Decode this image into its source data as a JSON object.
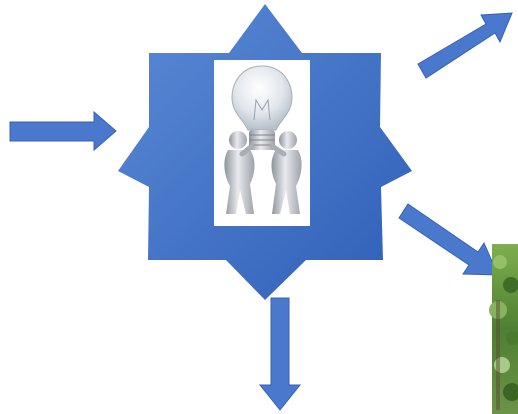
{
  "diagram": {
    "shape": "eight-pointed-star",
    "center_image": "lightbulb-carried-by-two-figures",
    "edge_image": "green-foliage-photo",
    "arrows": [
      {
        "name": "input-arrow",
        "direction": "right"
      },
      {
        "name": "output-arrow-up-right",
        "direction": "up-right"
      },
      {
        "name": "output-arrow-down-right",
        "direction": "down-right"
      },
      {
        "name": "output-arrow-down",
        "direction": "down"
      }
    ]
  },
  "colors": {
    "arrow_fill": "#4a78cc",
    "arrow_stroke": "#3762b3",
    "star_light": "#5b8ad6",
    "star_dark": "#2f5fb7",
    "image_frame": "#ffffff",
    "bulb_glass": "#e6ebf0",
    "figure_silver": "#b8bcc2",
    "foliage_green": "#5f8f3e"
  }
}
